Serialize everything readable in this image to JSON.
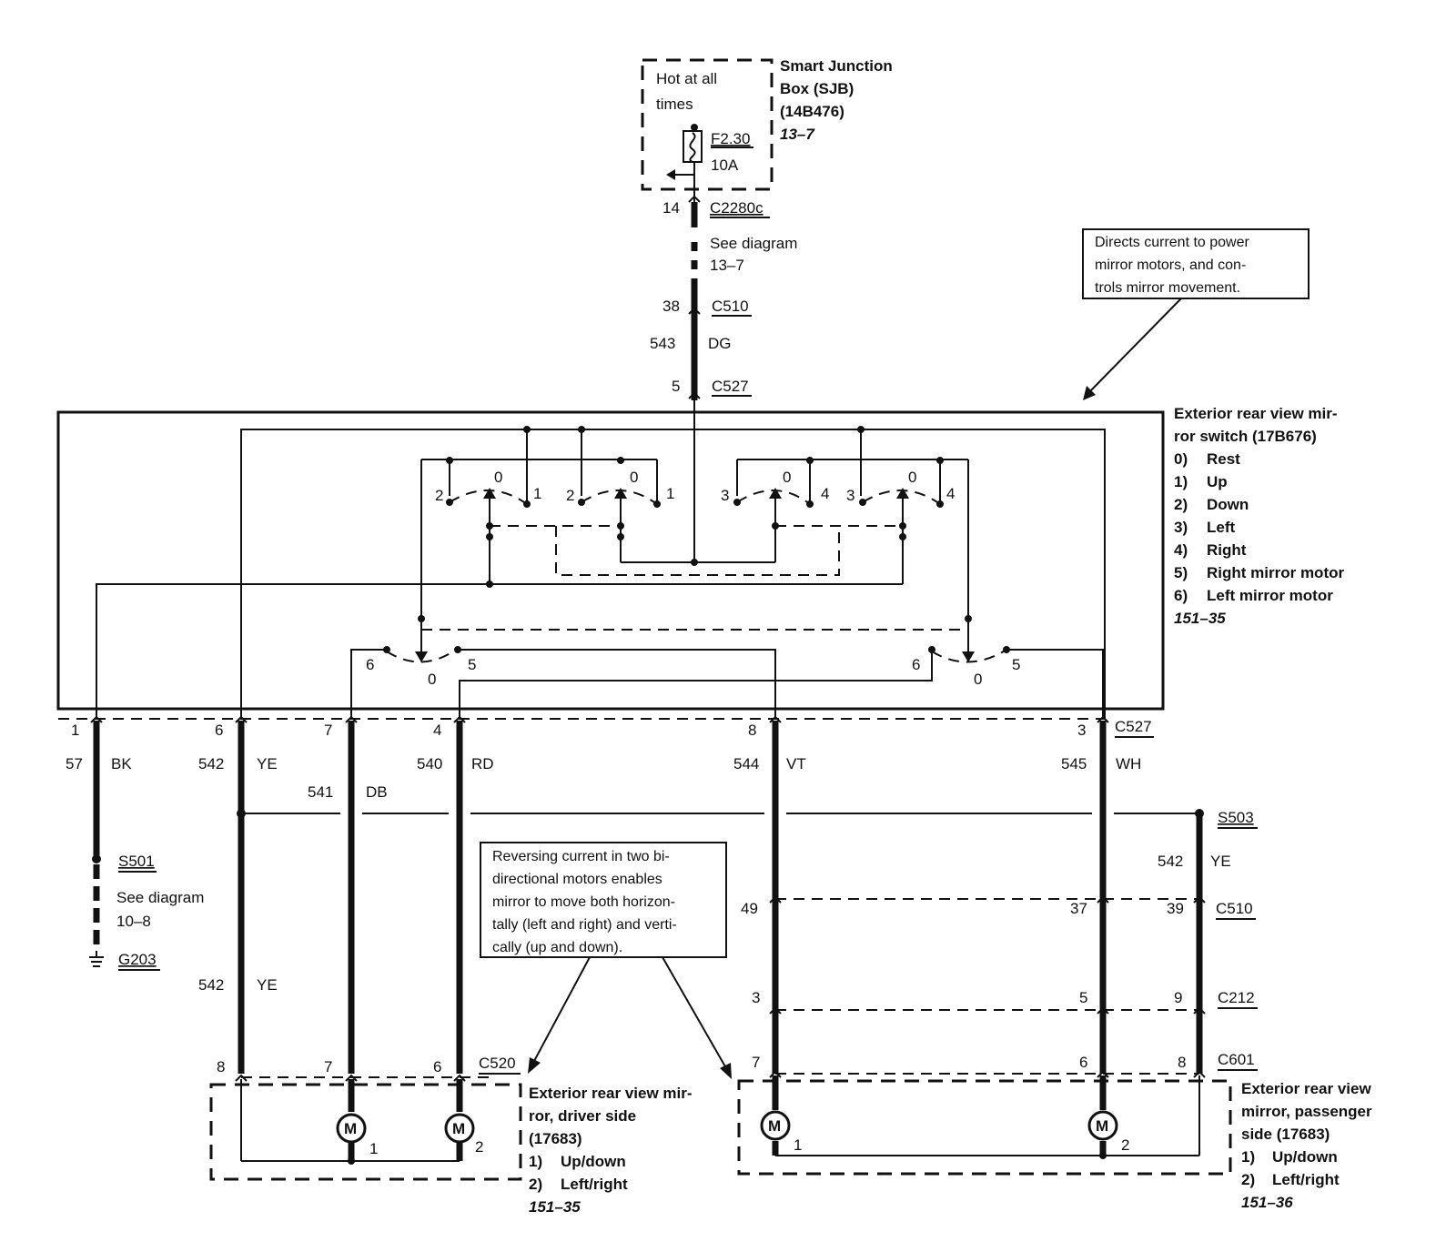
{
  "sjb": {
    "hot": [
      "Hot at all",
      "times"
    ],
    "fuse": "F2.30",
    "amps": "10A",
    "name": [
      "Smart Junction",
      "Box (SJB)",
      "(14B476)"
    ],
    "ref": "13–7"
  },
  "feed": {
    "pin14": "14",
    "c2280c": "C2280c",
    "see": "See diagram",
    "see_ref": "13–7",
    "pin38": "38",
    "c510": "C510",
    "circ543": "543",
    "dg": "DG",
    "pin5": "5",
    "c527": "C527"
  },
  "callout_switch": [
    "Directs current to power",
    "mirror motors, and con-",
    "trols mirror movement."
  ],
  "switch": {
    "name": [
      "Exterior rear view mir-",
      "ror switch (17B676)"
    ],
    "legend": [
      {
        "n": "0)",
        "t": "Rest"
      },
      {
        "n": "1)",
        "t": "Up"
      },
      {
        "n": "2)",
        "t": "Down"
      },
      {
        "n": "3)",
        "t": "Left"
      },
      {
        "n": "4)",
        "t": "Right"
      },
      {
        "n": "5)",
        "t": "Right mirror motor"
      },
      {
        "n": "6)",
        "t": "Left mirror motor"
      }
    ],
    "ref": "151–35",
    "contacts": {
      "a2": "2",
      "a0": "0",
      "a1": "1",
      "b2": "2",
      "b0": "0",
      "b1": "1",
      "c3": "3",
      "c0": "0",
      "c4": "4",
      "d3": "3",
      "d0": "0",
      "d4": "4",
      "s6": "6",
      "s0": "0",
      "s5": "5",
      "t6": "6",
      "t0": "0",
      "t5": "5"
    }
  },
  "pins_c527": {
    "p1": "1",
    "p6": "6",
    "p7": "7",
    "p4": "4",
    "p8": "8",
    "p3": "3",
    "label": "C527"
  },
  "wires": {
    "w57": "57",
    "bk": "BK",
    "w542": "542",
    "ye": "YE",
    "w541": "541",
    "db": "DB",
    "w540": "540",
    "rd": "RD",
    "w544": "544",
    "vt": "VT",
    "w545": "545",
    "wh": "WH",
    "w542b": "542",
    "yeb": "YE",
    "w542c": "542",
    "yec": "YE"
  },
  "ground": {
    "s501": "S501",
    "see": "See diagram",
    "ref": "10–8",
    "g203": "G203"
  },
  "s503": "S503",
  "callout_motor": [
    "Reversing current in two bi-",
    "directional motors enables",
    "mirror to move both horizon-",
    "tally (left and right) and verti-",
    "cally (up and down)."
  ],
  "conn_pass": {
    "p49": "49",
    "p37": "37",
    "p39": "39",
    "c510": "C510",
    "p3": "3",
    "p5": "5",
    "p9": "9",
    "c212": "C212",
    "p7": "7",
    "p6": "6",
    "p8": "8",
    "c601": "C601"
  },
  "conn_driver": {
    "p8": "8",
    "p7": "7",
    "p6": "6",
    "c520": "C520"
  },
  "motor_letter": "M",
  "driver": {
    "m1": "1",
    "m2": "2",
    "name": [
      "Exterior rear view mir-",
      "ror, driver side",
      "(17683)"
    ],
    "legend": [
      {
        "n": "1)",
        "t": "Up/down"
      },
      {
        "n": "2)",
        "t": "Left/right"
      }
    ],
    "ref": "151–35"
  },
  "passenger": {
    "m1": "1",
    "m2": "2",
    "name": [
      "Exterior rear view",
      "mirror, passenger",
      "side (17683)"
    ],
    "legend": [
      {
        "n": "1)",
        "t": "Up/down"
      },
      {
        "n": "2)",
        "t": "Left/right"
      }
    ],
    "ref": "151–36"
  }
}
